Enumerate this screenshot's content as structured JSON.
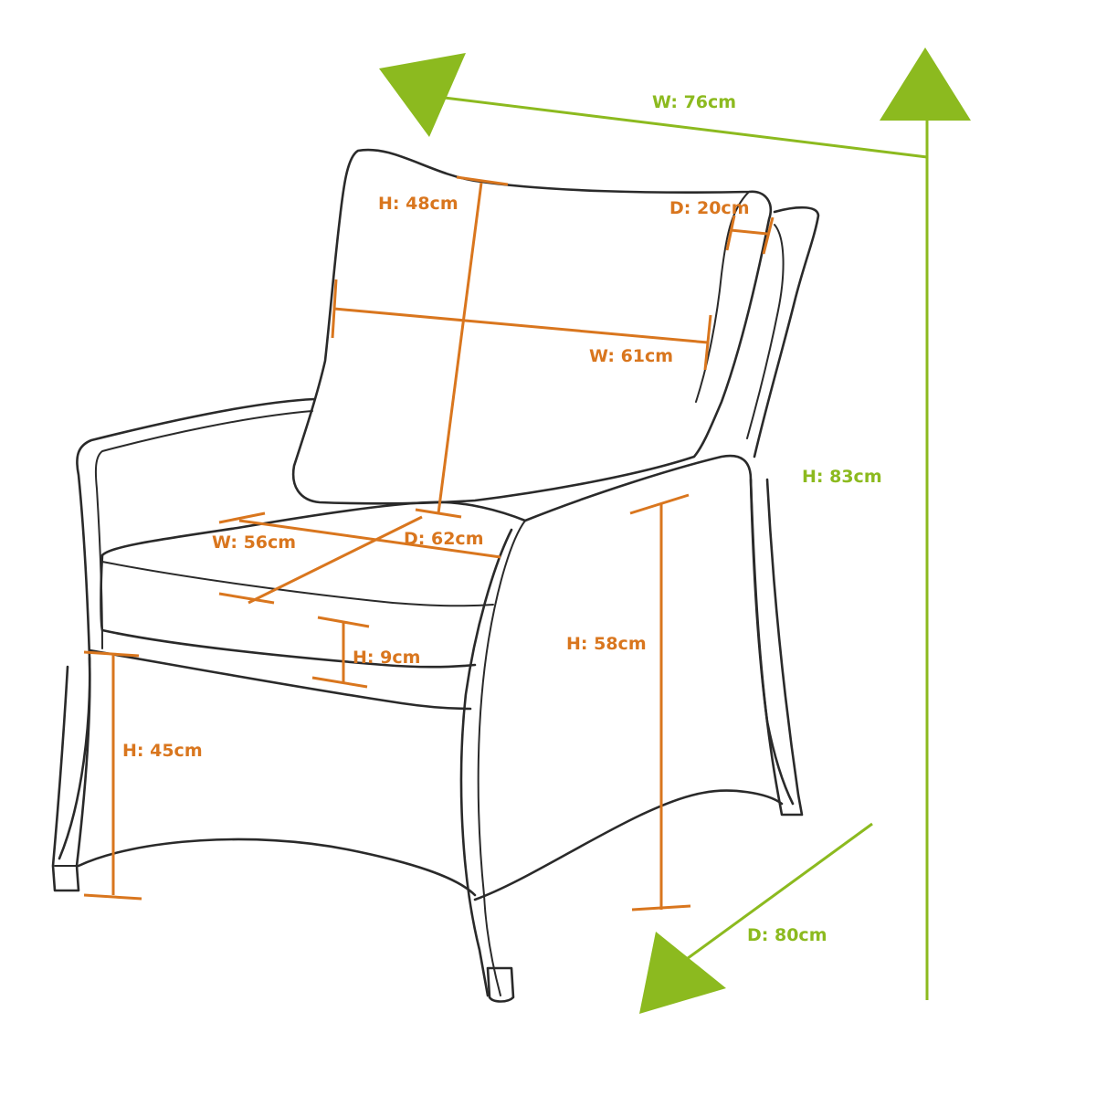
{
  "diagram": {
    "colors": {
      "outline": "#2a2a2a",
      "inner_dimension": "#d9761e",
      "overall_dimension": "#8cba1f"
    },
    "overall_dimensions": {
      "width": "W: 76cm",
      "height": "H: 83cm",
      "depth": "D: 80cm"
    },
    "back_cushion": {
      "height": "H: 48cm",
      "depth": "D: 20cm",
      "width": "W: 61cm"
    },
    "seat_cushion": {
      "width": "W: 56cm",
      "depth": "D: 62cm",
      "height": "H: 9cm"
    },
    "arm_height": "H: 58cm",
    "seat_height": "H: 45cm"
  }
}
